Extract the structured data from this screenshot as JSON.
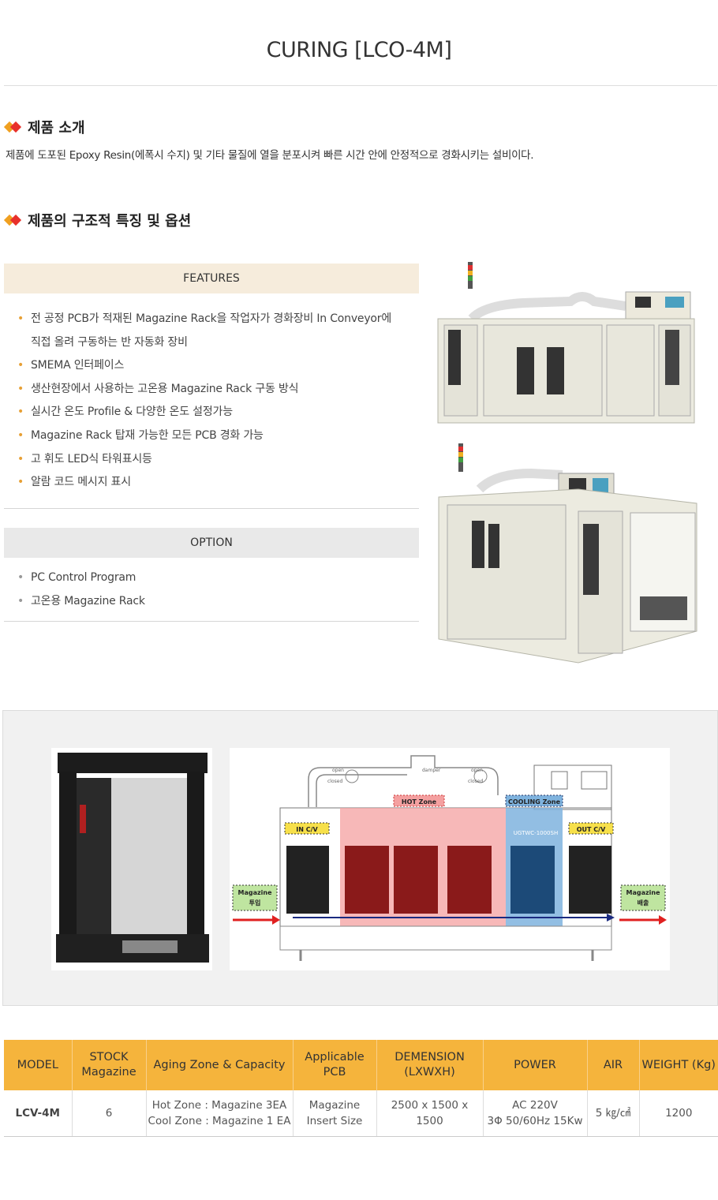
{
  "title": "CURING [LCO-4M]",
  "intro": {
    "heading": "제품 소개",
    "text": "제품에 도포된 Epoxy Resin(에폭시 수지) 및 기타 물질에 열을 분포시켜 빠른 시간 안에 안정적으로 경화시키는 설비이다."
  },
  "structure": {
    "heading": "제품의 구조적 특징 및 옵션"
  },
  "features": {
    "heading": "FEATURES",
    "items": [
      "전 공정 PCB가 적재된 Magazine Rack을 작업자가 경화장비 In Conveyor에",
      "직접 올려 구동하는 반 자동화 장비",
      "SMEMA 인터페이스",
      "생산현장에서 사용하는 고온용 Magazine Rack 구동 방식",
      "실시간 온도 Profile & 다양한 온도 설정가능",
      "Magazine Rack 탑재 가능한 모든 PCB 경화 가능",
      "고 휘도 LED식 타워표시등",
      "알람 코드 메시지 표시"
    ]
  },
  "options": {
    "heading": "OPTION",
    "items": [
      "PC Control Program",
      "고온용 Magazine Rack"
    ]
  },
  "diagram": {
    "labels": {
      "open1": "open",
      "closed1": "closed",
      "damper": "damper",
      "open2": "open",
      "closed2": "closed",
      "hot_zone": "HOT Zone",
      "cooling_zone": "COOLING Zone",
      "in_cv": "IN C/V",
      "out_cv": "OUT C/V",
      "ugtwc": "UGTWC-1000SH",
      "magazine_in_1": "Magazine",
      "magazine_in_2": "투입",
      "magazine_out_1": "Magazine",
      "magazine_out_2": "배출"
    }
  },
  "spec_table": {
    "headers": [
      "MODEL",
      "STOCK\nMagazine",
      "Aging Zone & Capacity",
      "Applicable\nPCB",
      "DEMENSION\n(LXWXH)",
      "POWER",
      "AIR",
      "WEIGHT (Kg)"
    ],
    "row": {
      "model": "LCV-4M",
      "stock": "6",
      "aging_1": "Hot Zone : Magazine 3EA",
      "aging_2": "Cool Zone : Magazine 1 EA",
      "pcb_1": "Magazine",
      "pcb_2": "Insert Size",
      "dimension": "2500 x 1500 x 1500",
      "power_1": "AC 220V",
      "power_2": "3Φ 50/60Hz 15Kw",
      "air": "5 ㎏/㎠",
      "weight": "1200"
    }
  },
  "colors": {
    "accent_orange": "#f5b43c",
    "features_bg": "#f6ecdc",
    "option_bg": "#e9e9e9",
    "hot_zone": "#f08080",
    "cooling_zone": "#5b9bd5"
  }
}
